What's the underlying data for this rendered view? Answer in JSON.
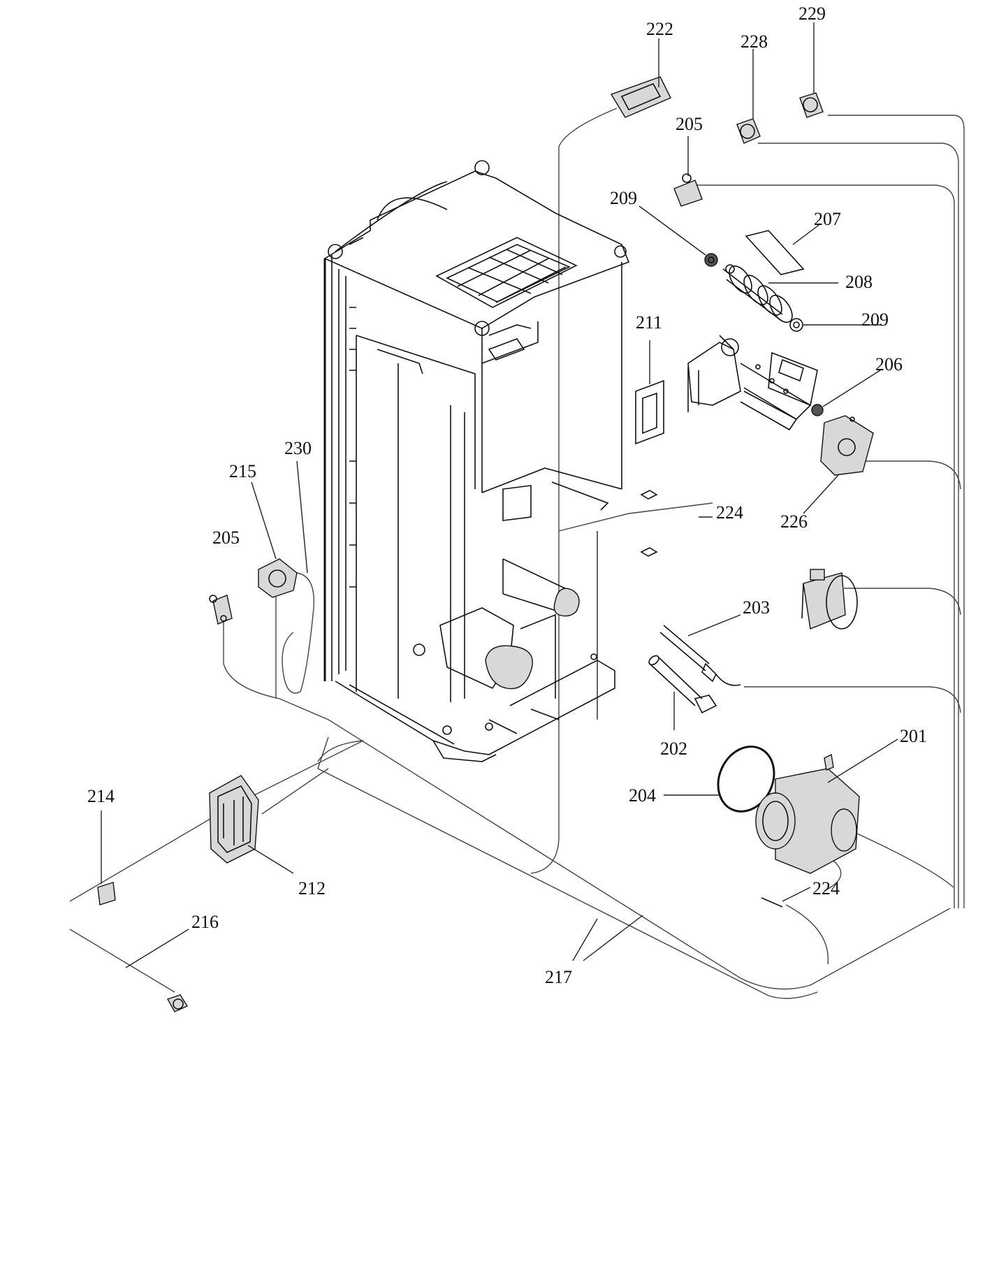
{
  "labels": {
    "l222": "222",
    "l228": "228",
    "l229": "229",
    "l205a": "205",
    "l209a": "209",
    "l207": "207",
    "l208": "208",
    "l209b": "209",
    "l211": "211",
    "l206": "206",
    "l226": "226",
    "l224a": "224",
    "l230": "230",
    "l215": "215",
    "l205b": "205",
    "l203": "203",
    "l202": "202",
    "l201": "201",
    "l204": "204",
    "l214": "214",
    "l212": "212",
    "l216": "216",
    "l224b": "224",
    "l217": "217"
  }
}
